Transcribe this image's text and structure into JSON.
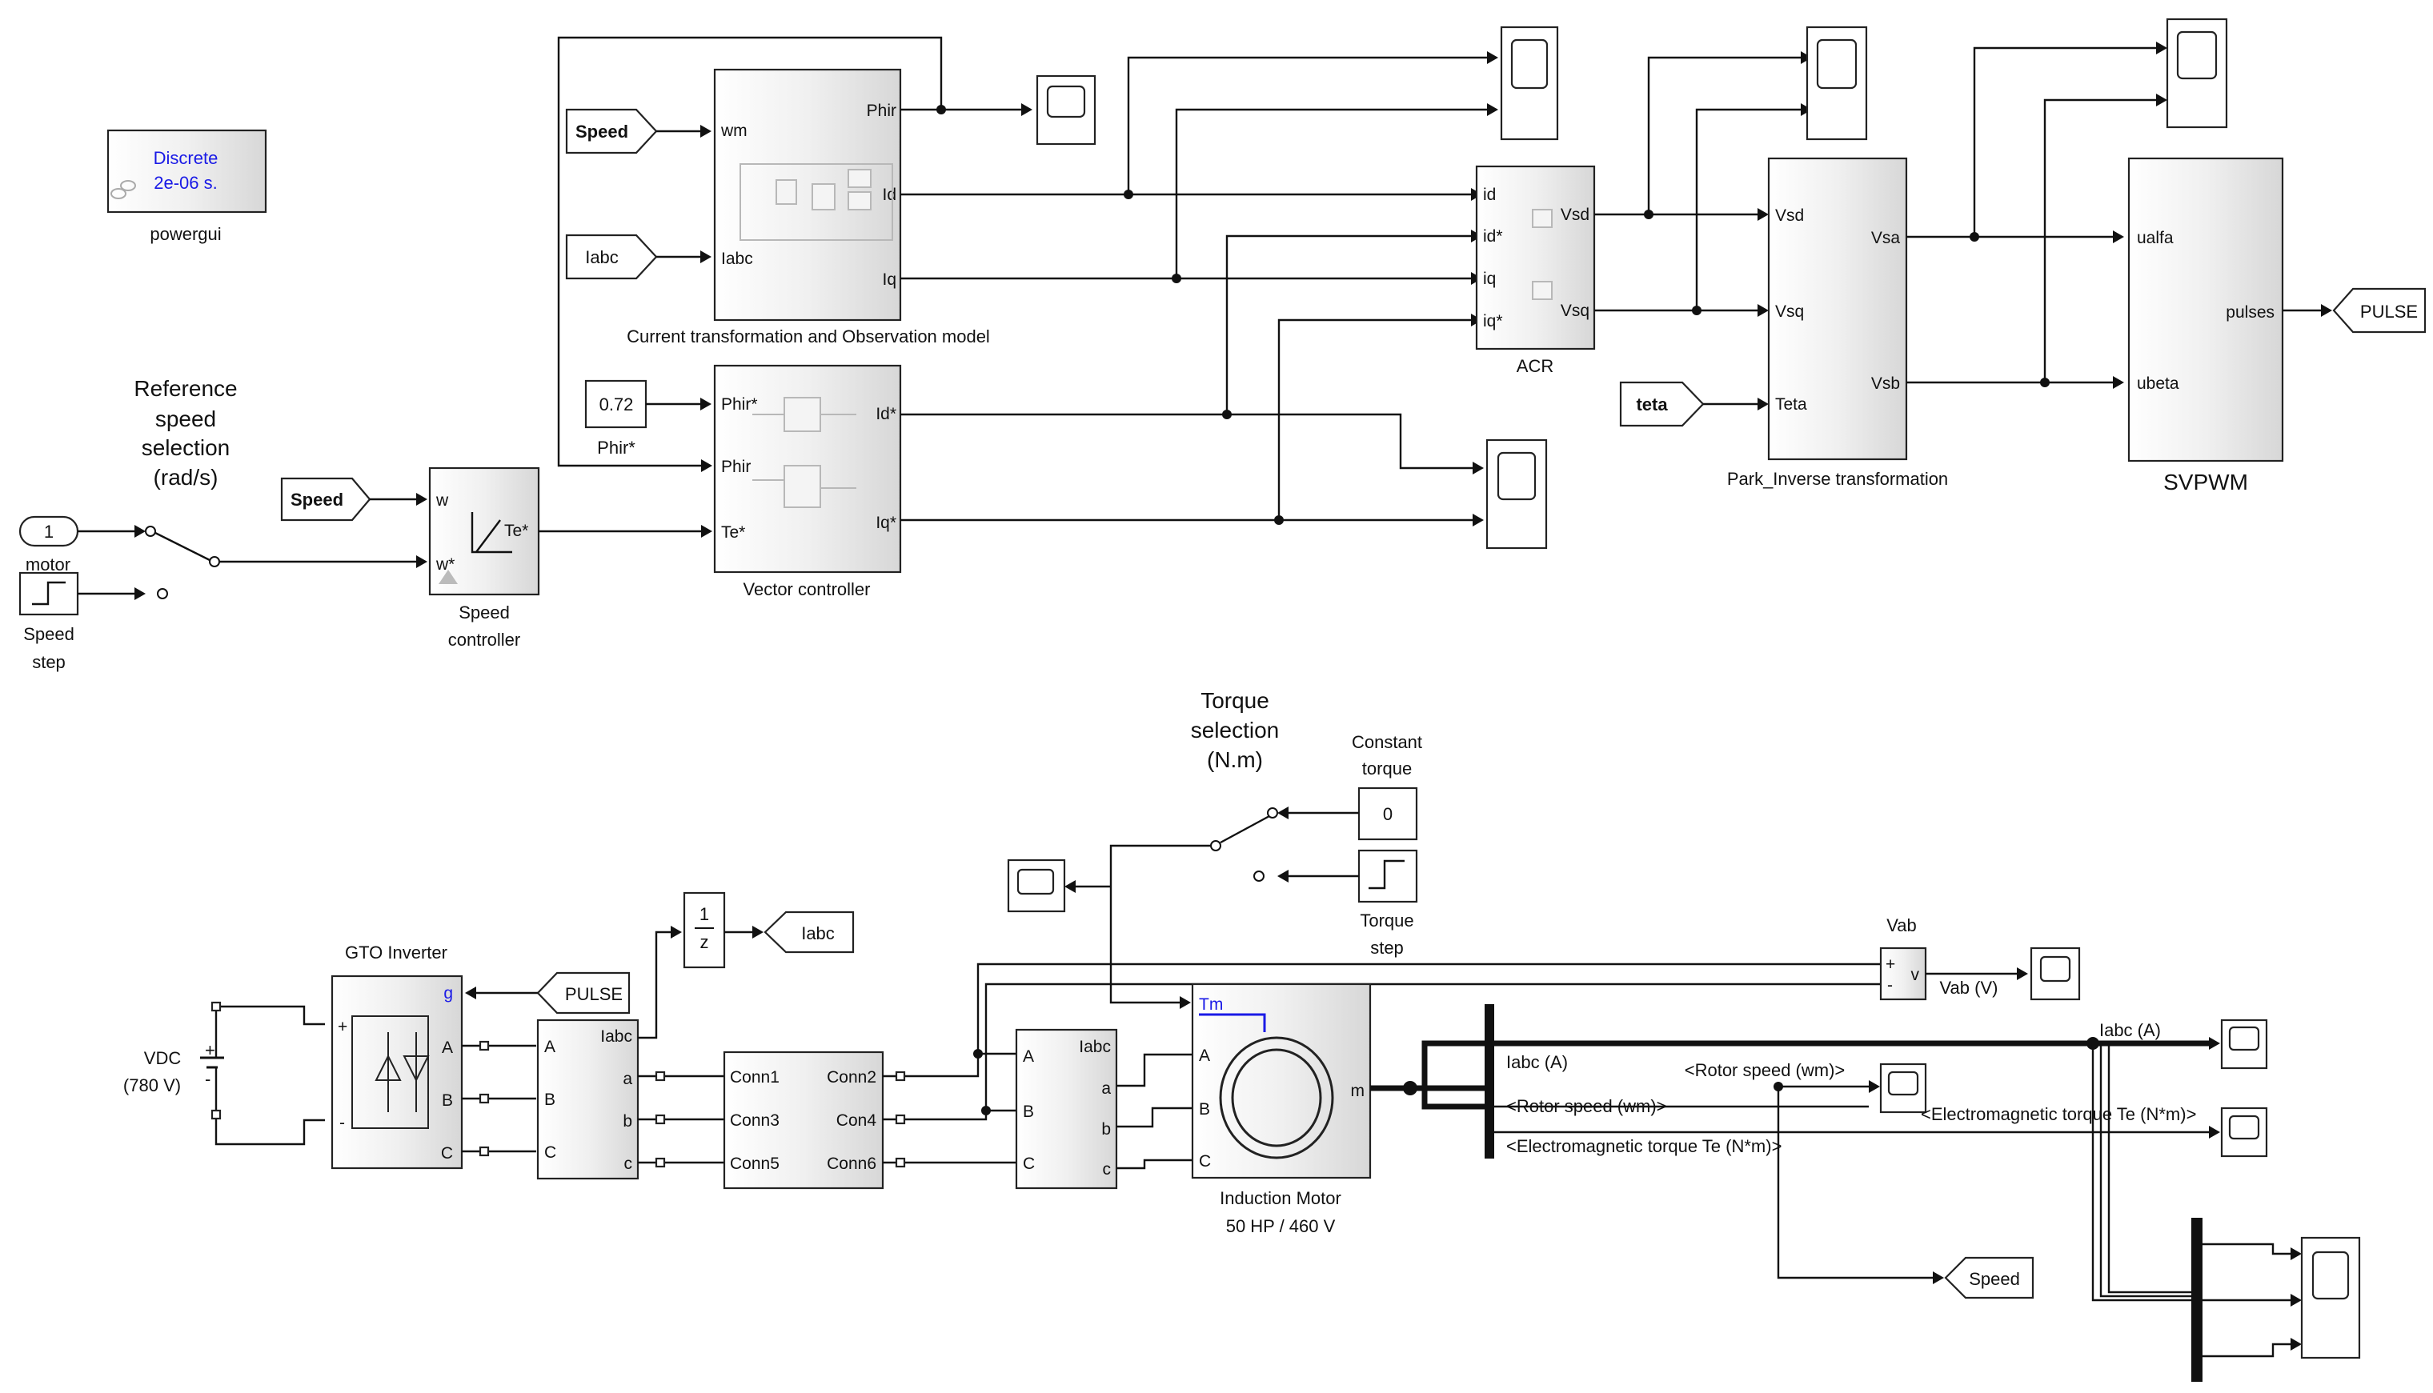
{
  "powergui": {
    "line1": "Discrete",
    "line2": "2e-06 s.",
    "label": "powergui"
  },
  "reference": {
    "title1": "Reference",
    "title2": "speed",
    "title3": "selection",
    "title4": "(rad/s)",
    "motor_const": "1",
    "motor_label": "motor",
    "step_label1": "Speed",
    "step_label2": "step"
  },
  "speed_tags": {
    "goto_speed_1": "Speed",
    "goto_speed_2": "Speed",
    "iabc_tag": "Iabc",
    "teta_tag": "teta",
    "pulse_goto": "PULSE",
    "pulse_from": "PULSE",
    "iabc_goto": "Iabc",
    "speed_goto": "Speed"
  },
  "speed_controller": {
    "port_w": "w",
    "port_wstar": "w*",
    "port_te": "Te*",
    "label1": "Speed",
    "label2": "controller"
  },
  "ctom": {
    "port_wm": "wm",
    "port_iabc": "Iabc",
    "port_phir": "Phir",
    "port_id": "Id",
    "port_iq": "Iq",
    "label": "Current transformation and Observation model"
  },
  "vector_ctrl": {
    "port_phir_star": "Phir*",
    "port_phir": "Phir",
    "port_te_star": "Te*",
    "port_id_star": "Id*",
    "port_iq_star": "Iq*",
    "label": "Vector controller",
    "phir_const": "0.72",
    "phir_const_label": "Phir*"
  },
  "acr": {
    "port_id": "id",
    "port_id_star": "id*",
    "port_iq": "iq",
    "port_iq_star": "iq*",
    "port_vsd": "Vsd",
    "port_vsq": "Vsq",
    "label": "ACR"
  },
  "park": {
    "port_vsd": "Vsd",
    "port_vsq": "Vsq",
    "port_teta": "Teta",
    "port_vsa": "Vsa",
    "port_vsb": "Vsb",
    "label": "Park_Inverse transformation"
  },
  "svpwm": {
    "port_ualfa": "ualfa",
    "port_ubeta": "ubeta",
    "port_pulses": "pulses",
    "label": "SVPWM"
  },
  "torque": {
    "title1": "Torque",
    "title2": "selection",
    "title3": "(N.m)",
    "const_label1": "Constant",
    "const_label2": "torque",
    "const_value": "0",
    "step_label1": "Torque",
    "step_label2": "step"
  },
  "gto": {
    "label": "GTO Inverter",
    "port_g": "g",
    "port_a": "A",
    "port_b": "B",
    "port_c": "C",
    "plus": "+",
    "minus": "-"
  },
  "vdc": {
    "label1": "VDC",
    "label2": "(780 V)"
  },
  "meas1": {
    "port_a_in": "A",
    "port_b_in": "B",
    "port_c_in": "C",
    "port_iabc": "Iabc",
    "port_a": "a",
    "port_b": "b",
    "port_c": "c"
  },
  "delay": {
    "num": "1",
    "den": "z"
  },
  "conn": {
    "c1": "Conn1",
    "c2": "Conn2",
    "c3": "Conn3",
    "c4": "Con4",
    "c5": "Conn5",
    "c6": "Conn6"
  },
  "meas2": {
    "port_a_in": "A",
    "port_b_in": "B",
    "port_c_in": "C",
    "port_iabc": "Iabc",
    "port_a": "a",
    "port_b": "b",
    "port_c": "c"
  },
  "motor": {
    "port_tm": "Tm",
    "port_a": "A",
    "port_b": "B",
    "port_c": "C",
    "port_m": "m",
    "label1": "Induction Motor",
    "label2": "50 HP / 460 V"
  },
  "vab": {
    "title": "Vab",
    "plus": "+",
    "minus": "-",
    "v": "v",
    "out_label": "Vab (V)"
  },
  "bus": {
    "sig_iabc": "Iabc (A)",
    "sig_rotor": "<Rotor speed (wm)>",
    "sig_te": "<Electromagnetic torque Te (N*m)>",
    "sig_rotor_top": "<Rotor speed (wm)>",
    "sig_iabc_right": "Iabc (A)",
    "sig_te_right": "<Electromagnetic torque Te (N*m)>"
  }
}
